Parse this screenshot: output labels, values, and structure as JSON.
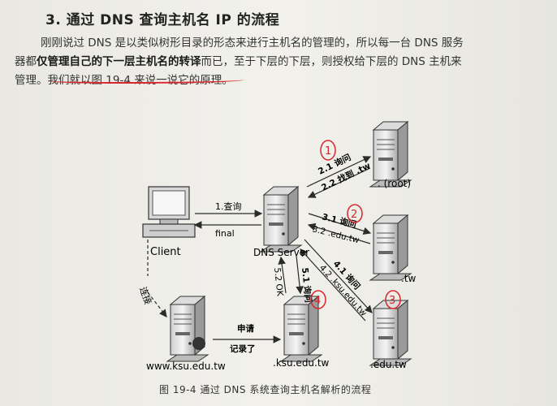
{
  "heading": "3. 通过 DNS 查询主机名 IP 的流程",
  "paragraph": {
    "line1": "刚刚说过 DNS 是以类似树形目录的形态来进行主机名的管理的，所以每一台 DNS 服务",
    "line2_prefix": "器都",
    "line2_bold": "仅管理自己的下一层主机名的转译",
    "line2_suffix": "而已，至于下层的下层，则授权给下层的 DNS 主机来",
    "line3": "管理。我们就以图 19-4 来说一说它的原理。"
  },
  "diagram": {
    "client_label": "Client",
    "dns_server_label": "DNS Server",
    "root_label": ". (root)",
    "tw_label": ".tw",
    "edu_tw_label": ".edu.tw",
    "ksu_label": ".ksu.edu.tw",
    "www_label": "www.ksu.edu.tw",
    "arrow_query": "1.查询",
    "arrow_final": "final",
    "arrow_2_1": "2.1 询问",
    "arrow_2_2": "2.2 找到 .tw",
    "arrow_3_1": "3.1 询问",
    "arrow_3_2": "3.2 .edu.tw",
    "arrow_4_1": "4.1 询问",
    "arrow_4_2": "4.2 .ksu.edu.tw",
    "arrow_5_1": "5.1 询问",
    "arrow_5_2": "5.2 OK",
    "arrow_connect": "连接",
    "arrow_apply_1": "申请",
    "arrow_apply_2": "记录了",
    "annot_1": "1",
    "annot_2": "2",
    "annot_3": "3",
    "annot_4": "4"
  },
  "caption": "图 19-4  通过 DNS 系统查询主机名解析的流程",
  "colors": {
    "annotation_red": "#d8262c",
    "ink": "#2b2b2b"
  }
}
